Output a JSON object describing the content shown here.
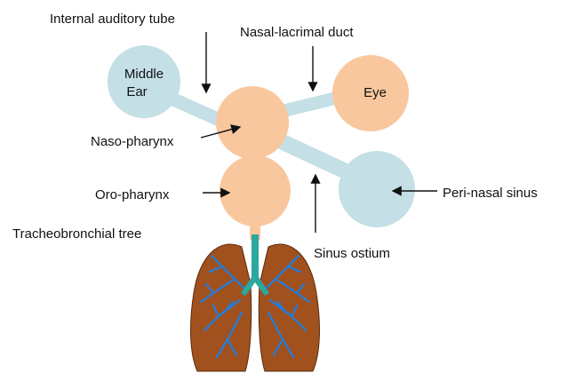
{
  "labels": {
    "internal_auditory_tube": "Internal auditory tube",
    "nasal_lacrimal_duct": "Nasal-lacrimal duct",
    "middle_ear_line1": "Middle",
    "middle_ear_line2": "Ear",
    "eye": "Eye",
    "naso_pharynx": "Naso-pharynx",
    "oro_pharynx": "Oro-pharynx",
    "peri_nasal_sinus": "Peri-nasal sinus",
    "tracheobronchial_tree": "Tracheobronchial tree",
    "sinus_ostium": "Sinus ostium"
  },
  "colors": {
    "peach": "#f9c79e",
    "light_blue": "#c4dfe6",
    "trachea": "#2aa8a0",
    "lung": "#a0511e",
    "bronchi": "#1f7ee0"
  }
}
